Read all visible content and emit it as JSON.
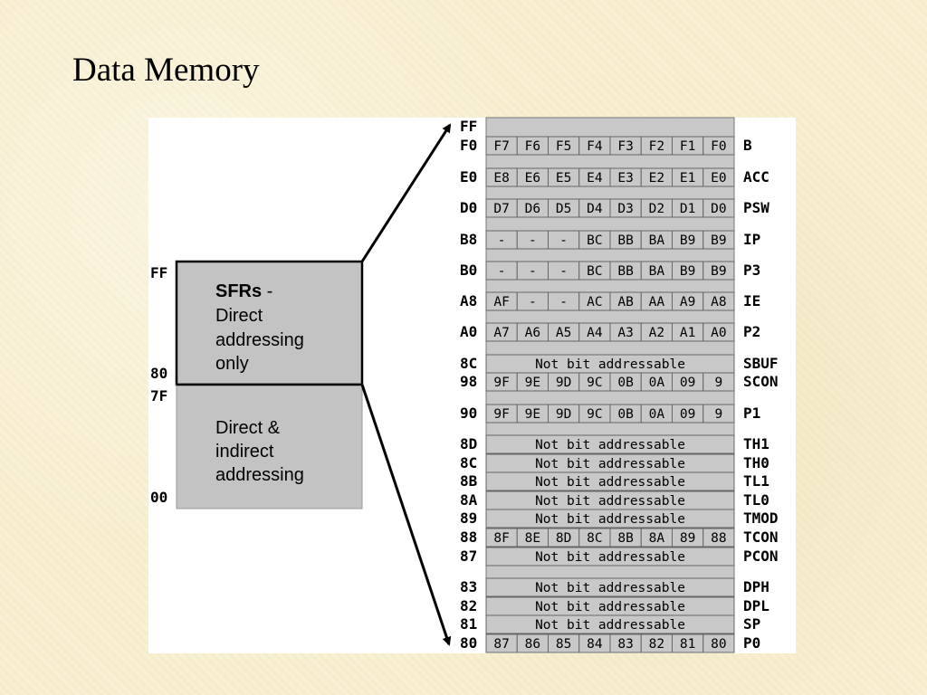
{
  "slide": {
    "title": "Data Memory"
  },
  "memory_map": {
    "address_labels": {
      "top": "FF",
      "mid_high": "80",
      "mid_low": "7F",
      "bottom": "00"
    },
    "sfr_box": {
      "title": "SFRs",
      "title_suffix": " -",
      "lines": [
        "Direct",
        "addressing",
        "only"
      ]
    },
    "ram_box": {
      "lines": [
        "Direct &",
        "indirect",
        "addressing"
      ]
    }
  },
  "sfr_table": {
    "top_address": "FF",
    "rows": [
      {
        "addr": "F0",
        "cells": [
          "F7",
          "F6",
          "F5",
          "F4",
          "F3",
          "F2",
          "F1",
          "F0"
        ],
        "name": "B"
      },
      {
        "addr": "E0",
        "cells": [
          "E8",
          "E6",
          "E5",
          "E4",
          "E3",
          "E2",
          "E1",
          "E0"
        ],
        "name": "ACC"
      },
      {
        "addr": "D0",
        "cells": [
          "D7",
          "D6",
          "D5",
          "D4",
          "D3",
          "D2",
          "D1",
          "D0"
        ],
        "name": "PSW"
      },
      {
        "addr": "B8",
        "cells": [
          "-",
          "-",
          "-",
          "BC",
          "BB",
          "BA",
          "B9",
          "B9"
        ],
        "name": "IP"
      },
      {
        "addr": "B0",
        "cells": [
          "-",
          "-",
          "-",
          "BC",
          "BB",
          "BA",
          "B9",
          "B9"
        ],
        "name": "P3"
      },
      {
        "addr": "A8",
        "cells": [
          "AF",
          "-",
          "-",
          "AC",
          "AB",
          "AA",
          "A9",
          "A8"
        ],
        "name": "IE"
      },
      {
        "addr": "A0",
        "cells": [
          "A7",
          "A6",
          "A5",
          "A4",
          "A3",
          "A2",
          "A1",
          "A0"
        ],
        "name": "P2"
      },
      {
        "addr": "8C",
        "text": "Not bit addressable",
        "name": "SBUF"
      },
      {
        "addr": "98",
        "cells": [
          "9F",
          "9E",
          "9D",
          "9C",
          "0B",
          "0A",
          "09",
          "9"
        ],
        "name": "SCON"
      },
      {
        "addr": "90",
        "cells": [
          "9F",
          "9E",
          "9D",
          "9C",
          "0B",
          "0A",
          "09",
          "9"
        ],
        "name": "P1"
      },
      {
        "addr": "8D",
        "text": "Not bit addressable",
        "name": "TH1"
      },
      {
        "addr": "8C",
        "text": "Not bit addressable",
        "name": "TH0"
      },
      {
        "addr": "8B",
        "text": "Not bit addressable",
        "name": "TL1"
      },
      {
        "addr": "8A",
        "text": "Not bit addressable",
        "name": "TL0"
      },
      {
        "addr": "89",
        "text": "Not bit addressable",
        "name": "TMOD"
      },
      {
        "addr": "88",
        "cells": [
          "8F",
          "8E",
          "8D",
          "8C",
          "8B",
          "8A",
          "89",
          "88"
        ],
        "name": "TCON"
      },
      {
        "addr": "87",
        "text": "Not bit addressable",
        "name": "PCON"
      },
      {
        "addr": "83",
        "text": "Not bit addressable",
        "name": "DPH"
      },
      {
        "addr": "82",
        "text": "Not bit addressable",
        "name": "DPL"
      },
      {
        "addr": "81",
        "text": "Not bit addressable",
        "name": "SP"
      },
      {
        "addr": "80",
        "cells": [
          "87",
          "86",
          "85",
          "84",
          "83",
          "82",
          "81",
          "80"
        ],
        "name": "P0"
      }
    ]
  },
  "colors": {
    "cell_fill": "#c8c8c8",
    "box_fill": "#c3c3c3",
    "border": "#000000",
    "cell_border": "#666666"
  }
}
